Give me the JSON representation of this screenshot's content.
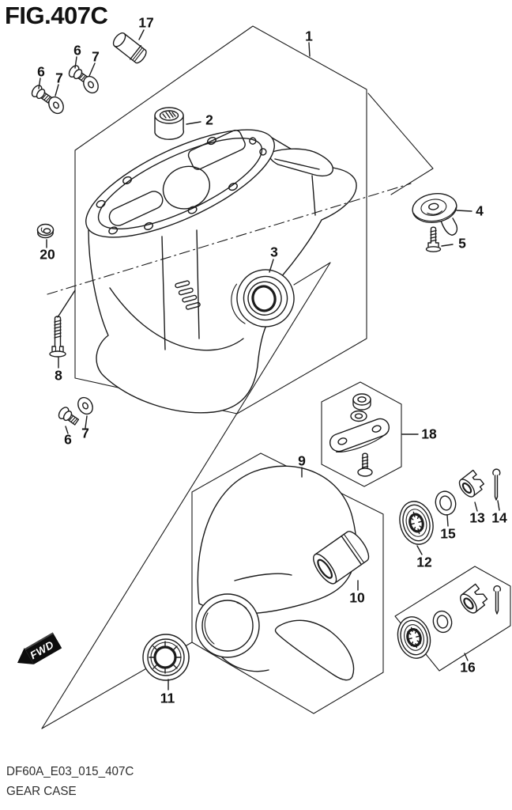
{
  "header": {
    "figure": "FIG.407C"
  },
  "footer": {
    "code": "DF60A_E03_015_407C",
    "title": "GEAR CASE"
  },
  "fwd": {
    "label": "FWD"
  },
  "colors": {
    "ink": "#1b1b1b",
    "paper": "#ffffff"
  },
  "diagram": {
    "description": "Exploded parts diagram of an outboard motor gear case with numbered callouts",
    "part_numbers": [
      "1",
      "2",
      "3",
      "4",
      "5",
      "6",
      "7",
      "8",
      "9",
      "10",
      "11",
      "12",
      "13",
      "14",
      "15",
      "16",
      "17",
      "18",
      "20"
    ]
  },
  "labels": [
    {
      "text": "17"
    },
    {
      "text": "6"
    },
    {
      "text": "7"
    },
    {
      "text": "6"
    },
    {
      "text": "7"
    },
    {
      "text": "1"
    },
    {
      "text": "2"
    },
    {
      "text": "20"
    },
    {
      "text": "3"
    },
    {
      "text": "4"
    },
    {
      "text": "5"
    },
    {
      "text": "8"
    },
    {
      "text": "6"
    },
    {
      "text": "7"
    },
    {
      "text": "18"
    },
    {
      "text": "9"
    },
    {
      "text": "10"
    },
    {
      "text": "12"
    },
    {
      "text": "15"
    },
    {
      "text": "13"
    },
    {
      "text": "14"
    },
    {
      "text": "11"
    },
    {
      "text": "16"
    }
  ]
}
